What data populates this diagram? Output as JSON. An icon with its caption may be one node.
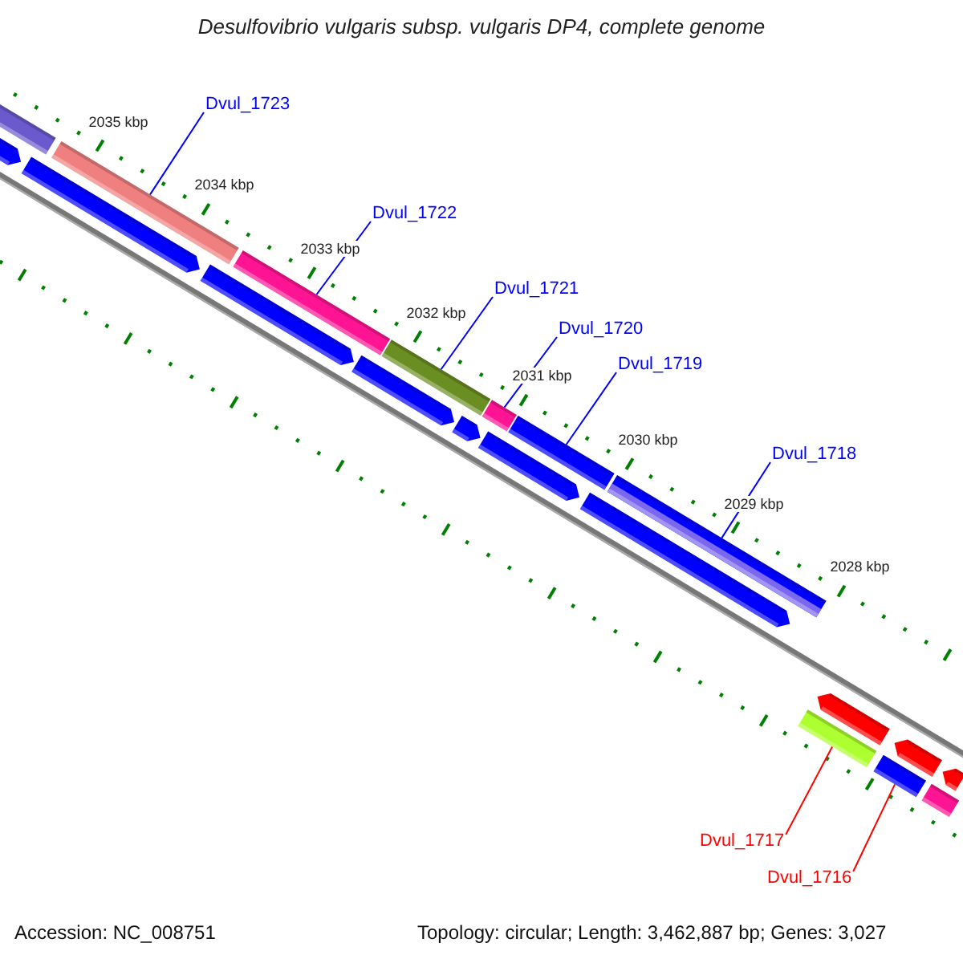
{
  "diagram": {
    "title": "Desulfovibrio vulgaris subsp. vulgaris DP4, complete genome",
    "nodes": [
      {
        "text": [
          "Dvul_1723"
        ]
      },
      {
        "text": [
          "Dvul_1722"
        ]
      },
      {
        "text": [
          "Dvul_1721"
        ]
      },
      {
        "text": [
          "Dvul_1720"
        ]
      },
      {
        "text": [
          "Dvul_1719"
        ]
      },
      {
        "text": [
          "Dvul_1718"
        ]
      },
      {
        "text": [
          "Dvul_1717"
        ]
      },
      {
        "text": [
          "Dvul_1716"
        ]
      },
      {
        "text": [],
        "shape": "bar"
      },
      {
        "text": [],
        "shape": "bar"
      },
      {
        "text": [],
        "shape": "bar"
      },
      {
        "text": [],
        "shape": "bar"
      },
      {
        "text": [],
        "shape": "bar"
      },
      {
        "text": [],
        "shape": "bar"
      },
      {
        "text": [],
        "shape": "bar"
      },
      {
        "text": [],
        "shape": "bar"
      },
      {
        "text": [],
        "shape": "bar"
      },
      {
        "text": [],
        "shape": "bar"
      },
      {
        "text": [],
        "shape": "bar"
      },
      {
        "text": [],
        "shape": "bar"
      },
      {
        "text": [],
        "shape": "bar"
      },
      {
        "text": [],
        "shape": "bar"
      },
      {
        "text": [],
        "shape": "bar"
      },
      {
        "text": [],
        "shape": "bar"
      },
      {
        "text": [],
        "shape": "bar"
      },
      {
        "text": [],
        "shape": "bar"
      },
      {
        "text": [],
        "shape": "bar"
      },
      {
        "text": [],
        "shape": "bar"
      }
    ],
    "edges": [
      {
        "from": 0,
        "to": 8,
        "arrow": "none"
      },
      {
        "from": 1,
        "to": 9,
        "arrow": "none"
      },
      {
        "from": 2,
        "to": 10,
        "arrow": "none"
      },
      {
        "from": 3,
        "to": 11,
        "arrow": "none"
      },
      {
        "from": 4,
        "to": 12,
        "arrow": "none"
      },
      {
        "from": 5,
        "to": 13,
        "arrow": "none"
      },
      {
        "from": 6,
        "to": 14,
        "arrow": "none",
        "color": "#ff0000"
      },
      {
        "from": 7,
        "to": 15,
        "arrow": "none",
        "color": "#ff0000"
      }
    ],
    "labels": [
      "2035 kbp",
      "2034 kbp",
      "2033 kbp",
      "2032 kbp",
      "2031 kbp",
      "2030 kbp",
      "2029 kbp",
      "2028 kbp",
      "Accession: NC_008751",
      "Topology: circular; Length: 3,462,887 bp; Genes: 3,027"
    ]
  }
}
